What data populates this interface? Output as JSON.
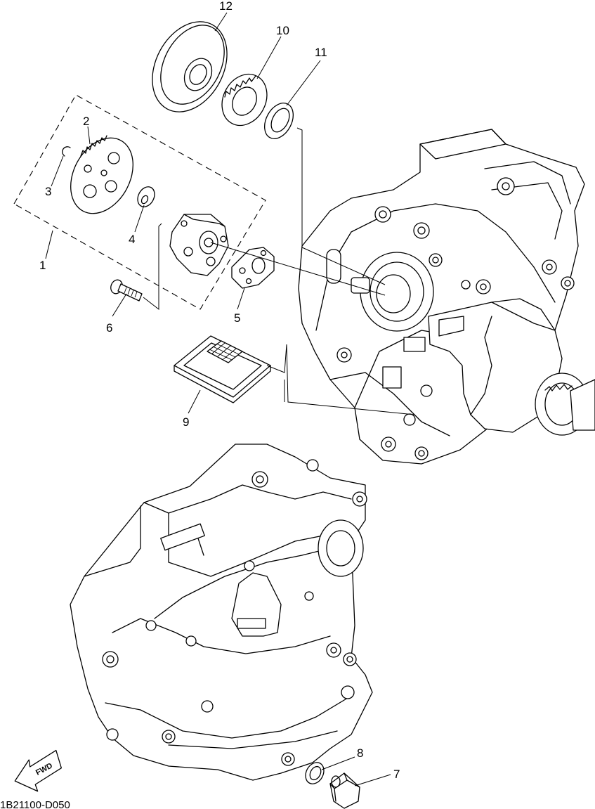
{
  "diagram_code": "1B21100-D050",
  "fwd_label": "FWD",
  "callouts": [
    {
      "id": "c1",
      "label": "1"
    },
    {
      "id": "c2",
      "label": "2"
    },
    {
      "id": "c3",
      "label": "3"
    },
    {
      "id": "c4",
      "label": "4"
    },
    {
      "id": "c5",
      "label": "5"
    },
    {
      "id": "c6",
      "label": "6"
    },
    {
      "id": "c7",
      "label": "7"
    },
    {
      "id": "c8",
      "label": "8"
    },
    {
      "id": "c9",
      "label": "9"
    },
    {
      "id": "c10",
      "label": "10"
    },
    {
      "id": "c11",
      "label": "11"
    },
    {
      "id": "c12",
      "label": "12"
    }
  ]
}
